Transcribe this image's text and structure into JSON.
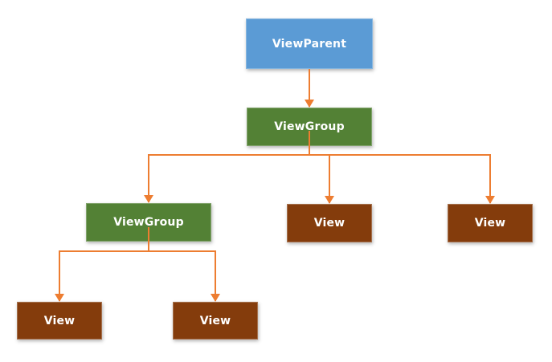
{
  "diagram": {
    "nodes": {
      "view_parent": {
        "label": "ViewParent",
        "type": "parent"
      },
      "view_group_1": {
        "label": "ViewGroup",
        "type": "group"
      },
      "view_group_2": {
        "label": "ViewGroup",
        "type": "group"
      },
      "view_mid": {
        "label": "View",
        "type": "view"
      },
      "view_right": {
        "label": "View",
        "type": "view"
      },
      "view_bottom_left": {
        "label": "View",
        "type": "view"
      },
      "view_bottom_right": {
        "label": "View",
        "type": "view"
      }
    },
    "edges": [
      {
        "from": "view_parent",
        "to": "view_group_1"
      },
      {
        "from": "view_group_1",
        "to": "view_group_2"
      },
      {
        "from": "view_group_1",
        "to": "view_mid"
      },
      {
        "from": "view_group_1",
        "to": "view_right"
      },
      {
        "from": "view_group_2",
        "to": "view_bottom_left"
      },
      {
        "from": "view_group_2",
        "to": "view_bottom_right"
      }
    ]
  },
  "colors": {
    "parent_fill": "#5B9BD5",
    "group_fill": "#538135",
    "view_fill": "#843C0C",
    "connector": "#ED7D31",
    "label_text": "#FFFFFF",
    "background": "#FFFFFF"
  }
}
